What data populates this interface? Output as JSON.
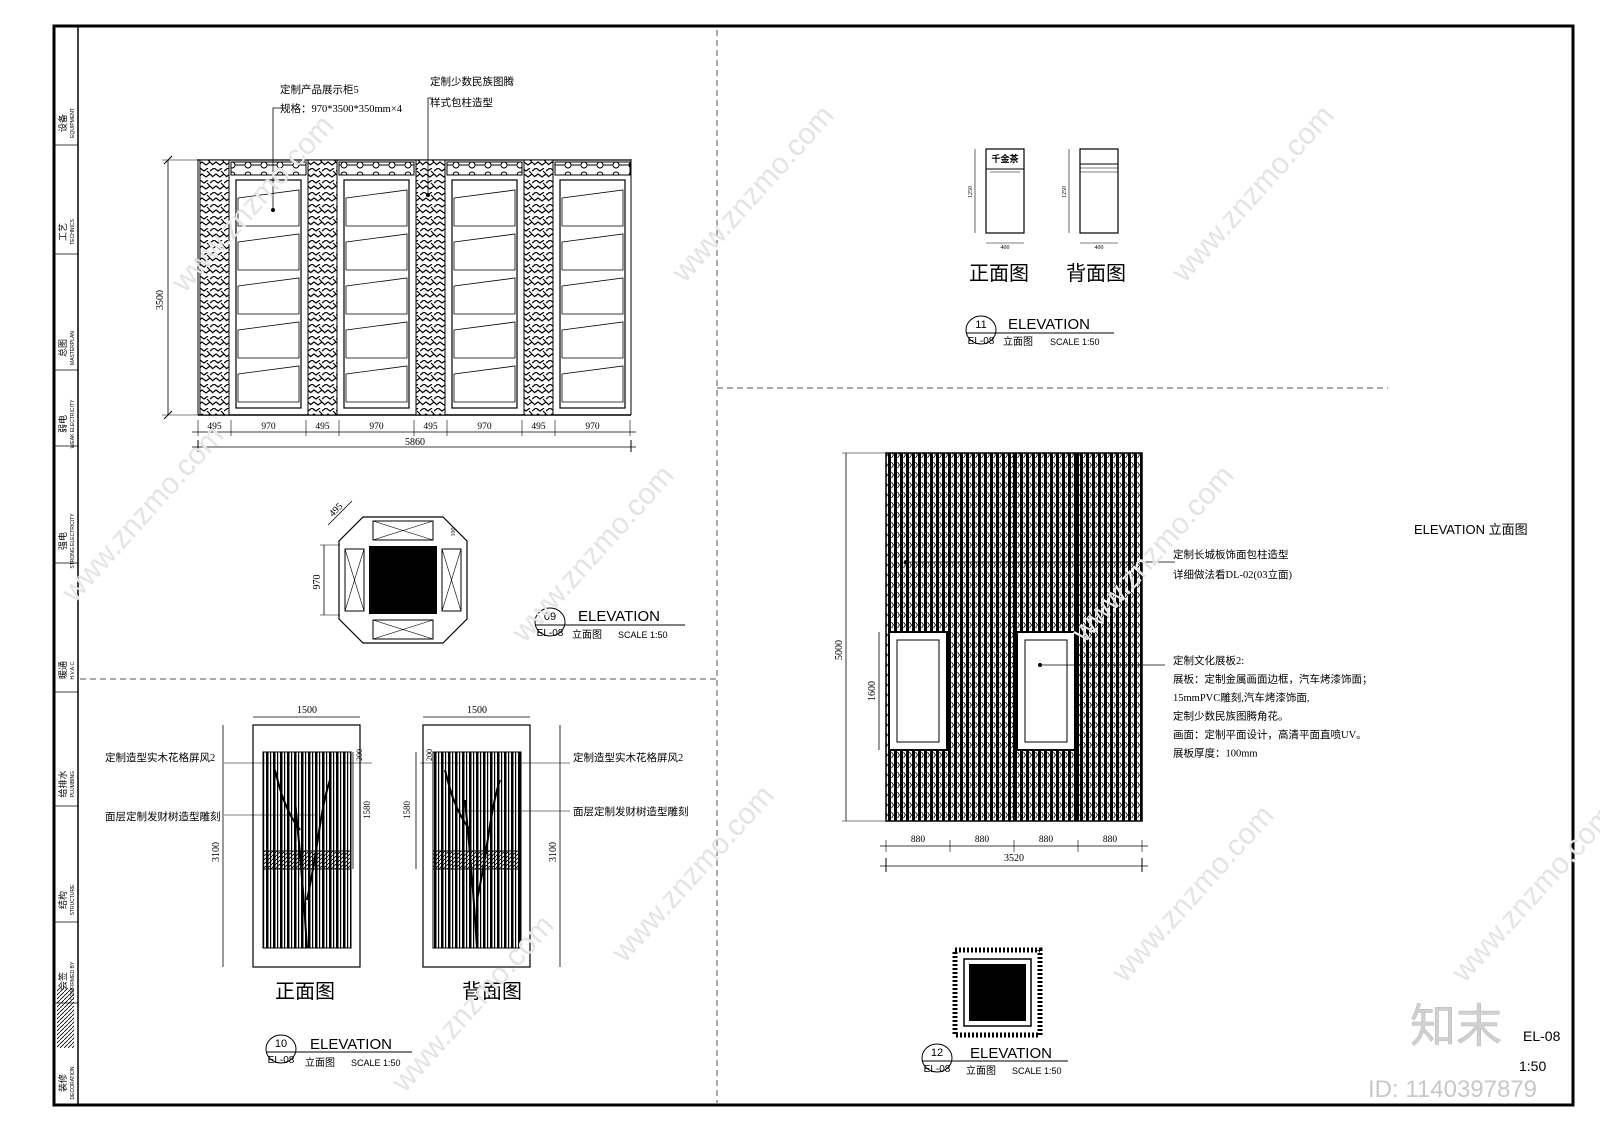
{
  "sidebar": {
    "cells": [
      {
        "cn": "设备",
        "en": "EQUIPMENT"
      },
      {
        "cn": "工艺",
        "en": "TECHNICS"
      },
      {
        "cn": "总图",
        "en": "MASTERPLAN"
      },
      {
        "cn": "弱电",
        "en": "WEAK ELECTRICITY"
      },
      {
        "cn": "强电",
        "en": "STRONG ELECTRICITY"
      },
      {
        "cn": "暖通",
        "en": "H.V.A.C."
      },
      {
        "cn": "给排水",
        "en": "PLUMBING"
      },
      {
        "cn": "结构",
        "en": "STRUCTURE"
      },
      {
        "cn": "会签",
        "en": "CONFIRMED BY"
      },
      {
        "cn": "装修",
        "en": "DECORATION"
      }
    ]
  },
  "cabinet": {
    "note1_line1": "定制产品展示柜5",
    "note1_line2": "规格：970*3500*350mm×4",
    "note2_line1": "定制少数民族图腾",
    "note2_line2": "样式包柱造型",
    "height_dim": "3500",
    "widths": [
      "495",
      "970",
      "495",
      "970",
      "495",
      "970",
      "495",
      "970"
    ],
    "total_dim": "5860",
    "plan_dim_diag": "495",
    "plan_dim_side": "970",
    "plan_dim_small": "100"
  },
  "view09": {
    "num": "09",
    "title": "ELEVATION",
    "ref": "EL-08",
    "sub": "立面图",
    "scale": "SCALE  1:50"
  },
  "view11": {
    "num": "11",
    "title": "ELEVATION",
    "ref": "EL-08",
    "sub": "立面图",
    "scale": "SCALE  1:50",
    "front": "正面图",
    "back": "背面图",
    "sign_text": "千金茶",
    "h_dim": "1250",
    "w_dim": "400"
  },
  "view10": {
    "num": "10",
    "title": "ELEVATION",
    "ref": "EL-08",
    "sub": "立面图",
    "scale": "SCALE  1:50",
    "front": "正面图",
    "back": "背面图",
    "width_dim": "1500",
    "height_dim": "3100",
    "top_dim": "200",
    "mid_dim": "1580",
    "note_screen": "定制造型实木花格屏风2",
    "note_tree": "面层定制发财树造型雕刻"
  },
  "view12": {
    "num": "12",
    "title": "ELEVATION",
    "ref": "EL-08",
    "sub": "立面图",
    "scale": "SCALE  1:50",
    "height_dim": "5000",
    "panel_dim": "1600",
    "widths": [
      "880",
      "880",
      "880",
      "880"
    ],
    "total_dim": "3520",
    "note_column_1": "定制长城板饰面包柱造型",
    "note_column_2": "详细做法看DL-02(03立面)",
    "board_notes": [
      "定制文化展板2:",
      "展板：定制金属画面边框，汽车烤漆饰面；",
      "15mmPVC雕刻,汽车烤漆饰面,",
      "定制少数民族图腾角花。",
      "画面：定制平面设计，高清平面直喷UV。",
      "展板厚度：100mm"
    ]
  },
  "sheet": {
    "title": "ELEVATION 立面图",
    "code": "EL-08",
    "scale": "1:50",
    "brand": "知末",
    "id": "ID: 1140397879",
    "watermark": "www.znzmo.com"
  }
}
